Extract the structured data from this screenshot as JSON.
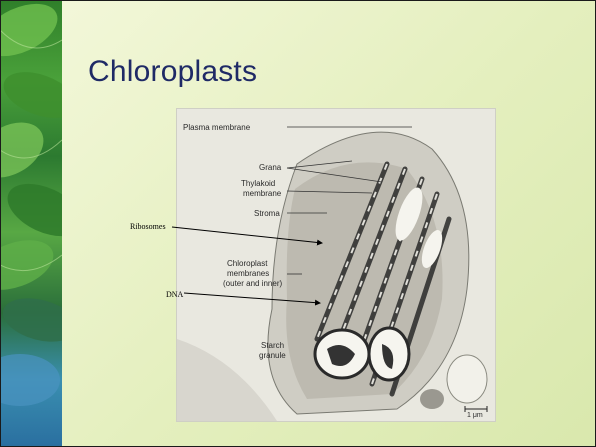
{
  "slide": {
    "title": "Chloroplasts",
    "micrograph_labels": {
      "plasma_membrane": "Plasma membrane",
      "grana": "Grana",
      "thylakoid_1": "Thylakoid",
      "thylakoid_2": "membrane",
      "stroma": "Stroma",
      "chloroplast_1": "Chloroplast",
      "chloroplast_2": "membranes",
      "chloroplast_3": "(outer and inner)",
      "starch_1": "Starch",
      "starch_2": "granule",
      "scale": "1 μm"
    },
    "annotations": {
      "ribosomes": "Ribosomes",
      "dna": "DNA"
    },
    "colors": {
      "title": "#1f2a66",
      "background": "#e4efbe",
      "leaf_strip": "#2f7f2a"
    }
  }
}
